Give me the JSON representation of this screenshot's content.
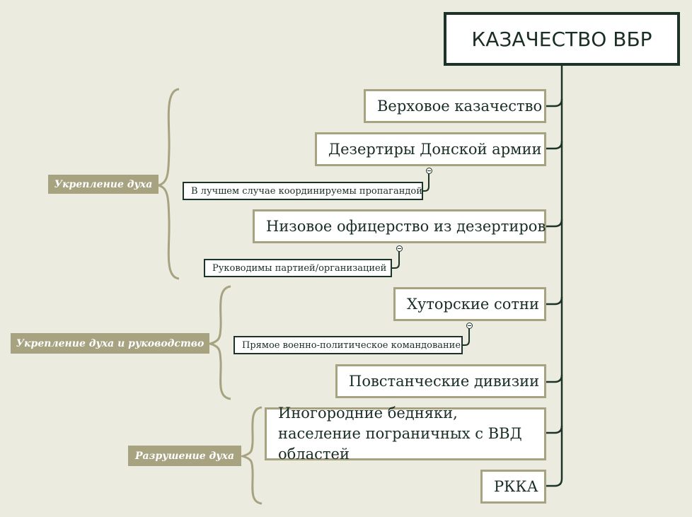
{
  "root": {
    "label": "КАЗАЧЕСТВО ВБР"
  },
  "branches": [
    {
      "label": "Верховое казачество"
    },
    {
      "label": "Дезертиры Донской армии",
      "note": "В лучшем случае координируемы пропагандой"
    },
    {
      "label": "Низовое офицерство из дезертиров",
      "note": "Руководимы партией/организацией"
    },
    {
      "label": "Хуторские сотни",
      "note": "Прямое военно-политическое командование"
    },
    {
      "label": "Повстанческие дивизии"
    },
    {
      "label": "Иногородние бедняки, население пограничных с ВВД областей"
    },
    {
      "label": "РККА"
    }
  ],
  "groups": [
    {
      "label": "Укрепление духа"
    },
    {
      "label": "Укрепление духа и руководство"
    },
    {
      "label": "Разрушение духа"
    }
  ],
  "colors": {
    "background": "#ecebe0",
    "accent": "#a7a381",
    "dark": "#1c3328",
    "text": "#1a2e24"
  }
}
